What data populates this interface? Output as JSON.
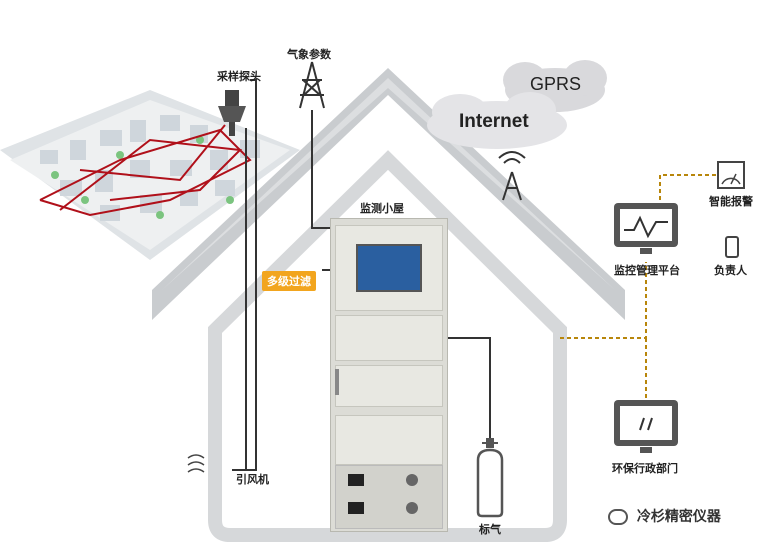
{
  "labels": {
    "sampling_probe": "采样探头",
    "weather_params": "气象参数",
    "monitor_house": "监测小屋",
    "multi_filter": "多级过滤",
    "fan": "引风机",
    "standard_gas": "标气",
    "alarm": "智能报警",
    "platform": "监控管理平台",
    "person": "负责人",
    "env_dept": "环保行政部门",
    "internet": "Internet",
    "gprs": "GPRS"
  },
  "watermark": "冷杉精密仪器",
  "colors": {
    "roof": "#c9cccf",
    "house_fill": "#ffffff",
    "line_dark": "#333333",
    "dashed": "#b8860b",
    "tag_orange": "#f2a51e",
    "cloud": "#d9d9dc"
  }
}
